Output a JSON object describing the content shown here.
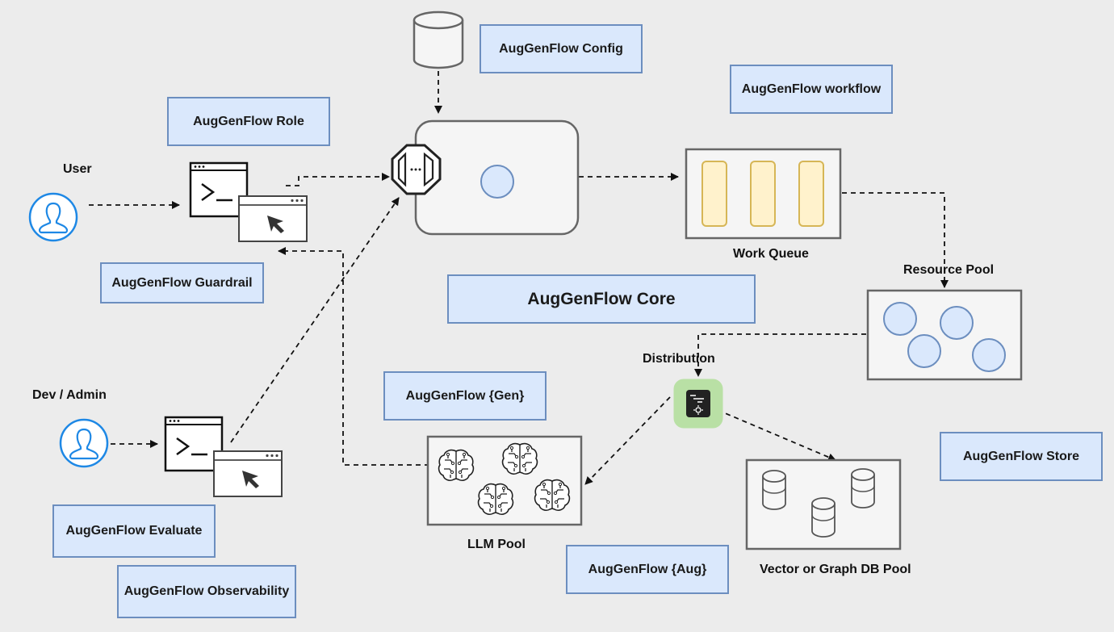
{
  "labels": {
    "config": "AugGenFlow Config",
    "workflow": "AugGenFlow workflow",
    "role": "AugGenFlow Role",
    "guardrail": "AugGenFlow Guardrail",
    "core": "AugGenFlow Core",
    "gen": "AugGenFlow {Gen}",
    "store": "AugGenFlow Store",
    "evaluate": "AugGenFlow Evaluate",
    "observability": "AugGenFlow Observability",
    "aug": "AugGenFlow {Aug}"
  },
  "captions": {
    "user": "User",
    "dev_admin": "Dev / Admin",
    "work_queue": "Work Queue",
    "resource_pool": "Resource Pool",
    "distribution": "Distribution",
    "llm_pool": "LLM Pool",
    "db_pool": "Vector or Graph DB Pool"
  },
  "icons": {
    "user": "user-avatar-icon",
    "admin": "admin-avatar-icon",
    "terminal": "terminal-window-icon",
    "browser": "browser-cursor-icon",
    "gateway": "gateway-octagon-icon",
    "database": "database-cylinder-icon",
    "brain": "brain-circuit-icon",
    "distribution": "distribution-node-icon"
  },
  "colors": {
    "background": "#ececec",
    "label_fill": "#dae8fc",
    "label_stroke": "#6c8ebf",
    "queue_item_fill": "#fff2cc",
    "queue_item_stroke": "#d6b656",
    "avatar_blue": "#1e88e5",
    "distribution_green": "#b9e0a5"
  }
}
